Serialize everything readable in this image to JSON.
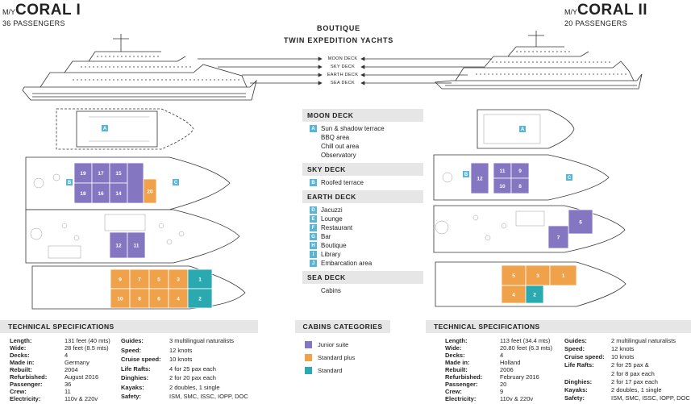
{
  "header": {
    "left_prefix": "M/Y",
    "left_name": "CORAL I",
    "left_pax": "36 PASSENGERS",
    "right_prefix": "M/Y",
    "right_name": "CORAL II",
    "right_pax": "20 PASSENGERS",
    "center_line1": "BOUTIQUE",
    "center_line2": "TWIN EXPEDITION YACHTS"
  },
  "deck_tags": [
    "MOON DECK",
    "SKY DECK",
    "EARTH DECK",
    "SEA DECK"
  ],
  "legend": {
    "moon": {
      "title": "MOON DECK",
      "items": [
        {
          "key": "A",
          "label": "Sun & shadow terrace"
        },
        {
          "key": "",
          "label": "BBQ area"
        },
        {
          "key": "",
          "label": "Chill out area"
        },
        {
          "key": "",
          "label": "Observatory"
        }
      ]
    },
    "sky": {
      "title": "SKY DECK",
      "items": [
        {
          "key": "B",
          "label": "Roofed terrace"
        }
      ]
    },
    "earth": {
      "title": "EARTH DECK",
      "items": [
        {
          "key": "D",
          "label": "Jacuzzi"
        },
        {
          "key": "E",
          "label": "Lounge"
        },
        {
          "key": "F",
          "label": "Restaurant"
        },
        {
          "key": "G",
          "label": "Bar"
        },
        {
          "key": "H",
          "label": "Boutique"
        },
        {
          "key": "I",
          "label": "Library"
        },
        {
          "key": "J",
          "label": "Embarcation area"
        }
      ]
    },
    "sea": {
      "title": "SEA DECK",
      "items": [
        {
          "key": "",
          "label": "Cabins"
        }
      ]
    }
  },
  "cabins": {
    "title": "CABINS CATEGORIES",
    "items": [
      {
        "label": "Junior suite",
        "color": "#8476c0"
      },
      {
        "label": "Standard plus",
        "color": "#f0a24b"
      },
      {
        "label": "Standard",
        "color": "#2aa9b0"
      }
    ]
  },
  "colors": {
    "junior": "#8476c0",
    "plus": "#f0a24b",
    "standard": "#2aa9b0",
    "key": "#5ab4d4"
  },
  "ship1_cabins": {
    "sky": [
      "19",
      "17",
      "15",
      "18",
      "16",
      "14",
      "20"
    ],
    "earth": [
      "12",
      "11"
    ],
    "sea": [
      "9",
      "7",
      "5",
      "3",
      "1",
      "10",
      "8",
      "6",
      "4",
      "2"
    ],
    "moon_key": "A",
    "sky_keys": [
      "B",
      "C"
    ]
  },
  "ship2_cabins": {
    "sky": [
      "12",
      "11",
      "9",
      "10",
      "8"
    ],
    "earth": [
      "6",
      "7"
    ],
    "sea": [
      "5",
      "3",
      "1",
      "4",
      "2"
    ],
    "moon_key": "A",
    "sky_keys": [
      "B",
      "C"
    ]
  },
  "specs_left": {
    "title": "TECHNICAL SPECIFICATIONS",
    "col1": [
      {
        "label": "Length:",
        "value": "131 feet (40 mts)"
      },
      {
        "label": "Wide:",
        "value": "28 feet (8.5 mts)"
      },
      {
        "label": "Decks:",
        "value": "4"
      },
      {
        "label": "Made in:",
        "value": "Germany"
      },
      {
        "label": "Rebuilt:",
        "value": "2004"
      },
      {
        "label": "Refurbished:",
        "value": "August 2016"
      },
      {
        "label": "Passenger:",
        "value": "36"
      },
      {
        "label": "Crew:",
        "value": "11"
      },
      {
        "label": "Electricity:",
        "value": "110v & 220v"
      }
    ],
    "col2": [
      {
        "label": "Guides:",
        "value": "3 multilingual naturalists"
      },
      {
        "label": "Speed:",
        "value": "12 knots"
      },
      {
        "label": "Cruise speed:",
        "value": "10 knots"
      },
      {
        "label": "Life Rafts:",
        "value": "4 for 25 pax each"
      },
      {
        "label": "Dinghies:",
        "value": "2 for 20 pax each"
      },
      {
        "label": "Kayaks:",
        "value": "2 doubles, 1 single"
      },
      {
        "label": "Safety:",
        "value": "ISM, SMC, ISSC, IOPP, DOC"
      }
    ]
  },
  "specs_right": {
    "title": "TECHNICAL SPECIFICATIONS",
    "col1": [
      {
        "label": "Length:",
        "value": "113 feet (34.4 mts)"
      },
      {
        "label": "Wide:",
        "value": "20.80 feet (6.3 mts)"
      },
      {
        "label": "Decks:",
        "value": "4"
      },
      {
        "label": "Made in:",
        "value": "Holland"
      },
      {
        "label": "Rebuilt:",
        "value": "2006"
      },
      {
        "label": "Refurbished:",
        "value": "February 2016"
      },
      {
        "label": "Passenger:",
        "value": "20"
      },
      {
        "label": "Crew:",
        "value": "9"
      },
      {
        "label": "Electricity:",
        "value": "110v & 220v"
      }
    ],
    "col2": [
      {
        "label": "Guides:",
        "value": "2 multilingual naturalists"
      },
      {
        "label": "Speed:",
        "value": "12 knots"
      },
      {
        "label": "Cruise speed:",
        "value": "10 knots"
      },
      {
        "label": "Life Rafts:",
        "value": "2 for 25 pax &"
      },
      {
        "label": "",
        "value": "2 for 8 pax each"
      },
      {
        "label": "Dinghies:",
        "value": "2 for 17 pax each"
      },
      {
        "label": "Kayaks:",
        "value": "2 doubles, 1 single"
      },
      {
        "label": "Safety:",
        "value": "ISM, SMC, ISSC, IOPP, DOC"
      }
    ]
  }
}
